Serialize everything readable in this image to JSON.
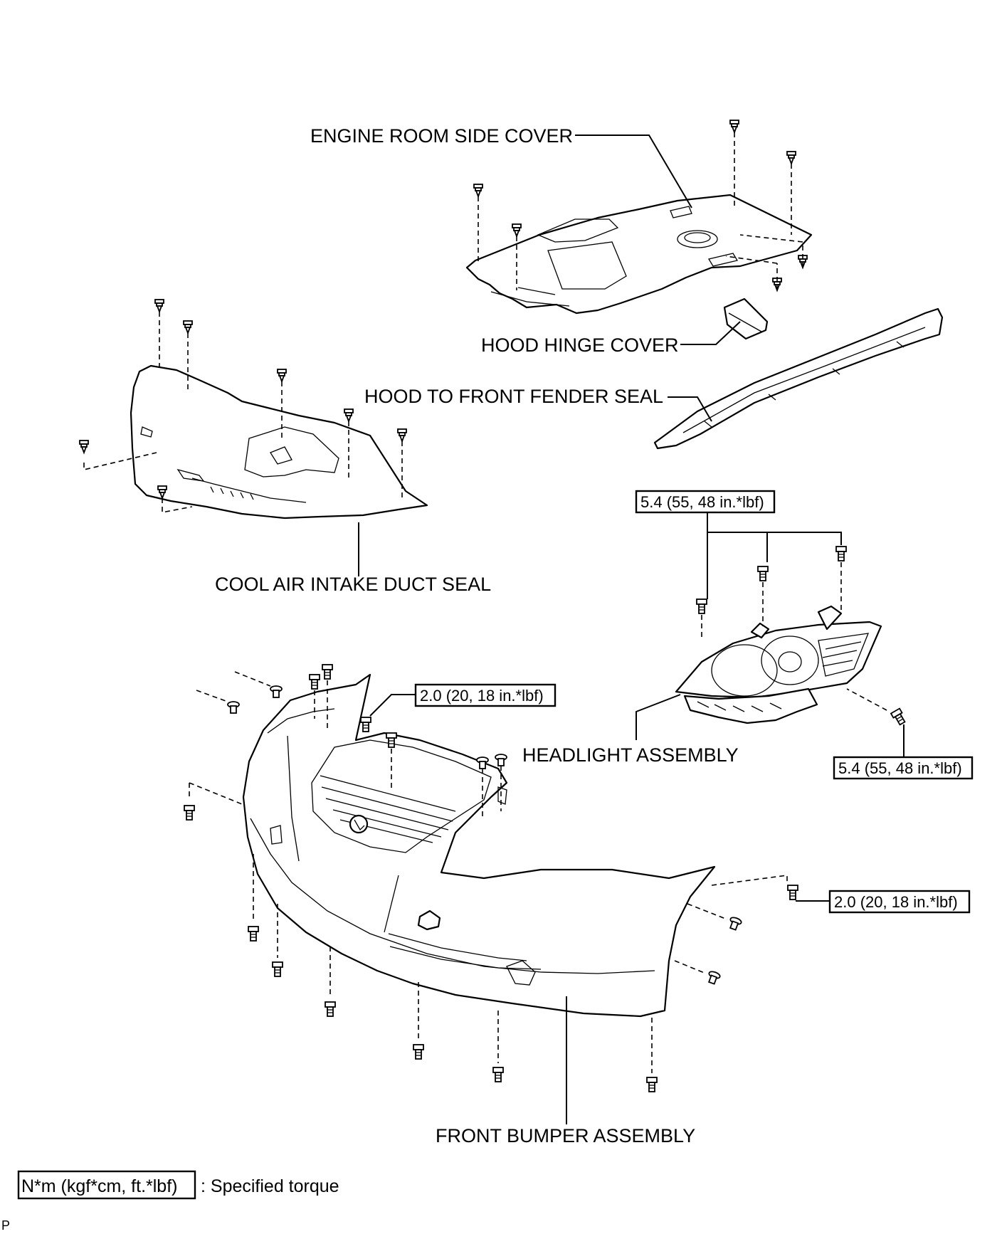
{
  "labels": {
    "engine_room_side_cover": "ENGINE ROOM SIDE COVER",
    "hood_hinge_cover": "HOOD HINGE COVER",
    "hood_to_front_fender_seal": "HOOD TO FRONT FENDER SEAL",
    "cool_air_intake_duct_seal": "COOL AIR INTAKE DUCT SEAL",
    "headlight_assembly": "HEADLIGHT ASSEMBLY",
    "front_bumper_assembly": "FRONT BUMPER ASSEMBLY"
  },
  "torques": {
    "headlight_top": "5.4 (55, 48 in.*lbf)",
    "headlight_side": "5.4 (55, 48 in.*lbf)",
    "bumper_top": "2.0 (20, 18 in.*lbf)",
    "bumper_side": "2.0 (20, 18 in.*lbf)"
  },
  "legend": {
    "unit_box": "N*m (kgf*cm, ft.*lbf)",
    "text": ": Specified torque"
  },
  "corner_mark": "P"
}
